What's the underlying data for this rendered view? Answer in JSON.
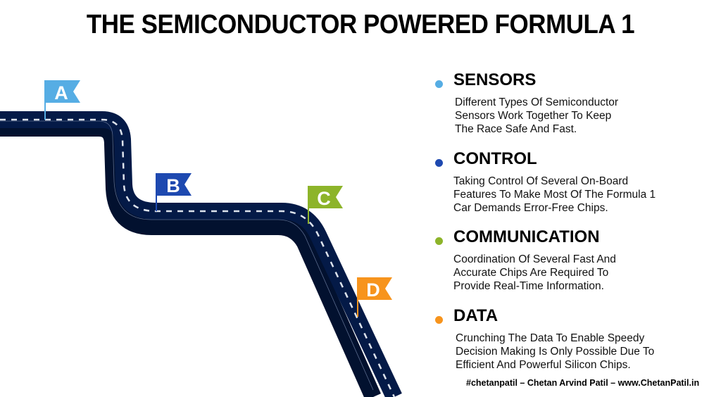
{
  "title": "THE SEMICONDUCTOR POWERED FORMULA 1",
  "flags": [
    {
      "letter": "A",
      "color": "#56ADE4"
    },
    {
      "letter": "B",
      "color": "#1E49B0"
    },
    {
      "letter": "C",
      "color": "#8DB42A"
    },
    {
      "letter": "D",
      "color": "#F7941D"
    }
  ],
  "road": {
    "color": "#041A47",
    "side_color": "#02112F",
    "dash_color": "#DDE3EC"
  },
  "items": [
    {
      "heading": "SENSORS",
      "color": "#56ADE4",
      "lines": [
        "Different Types Of Semiconductor",
        "Sensors Work Together To Keep",
        "The Race Safe And Fast."
      ]
    },
    {
      "heading": "CONTROL",
      "color": "#1E49B0",
      "lines": [
        "Taking Control Of Several On-Board",
        "Features To Make Most Of The Formula 1",
        "Car Demands Error-Free Chips."
      ]
    },
    {
      "heading": "COMMUNICATION",
      "color": "#8DB42A",
      "lines": [
        "Coordination Of Several Fast And",
        "Accurate Chips Are Required To",
        "Provide Real-Time Information."
      ]
    },
    {
      "heading": "DATA",
      "color": "#F7941D",
      "lines": [
        "Crunching The Data To Enable Speedy",
        "Decision Making Is Only Possible Due To",
        "Efficient And Powerful Silicon Chips."
      ]
    }
  ],
  "footer": "#chetanpatil – Chetan Arvind Patil – www.ChetanPatil.in"
}
